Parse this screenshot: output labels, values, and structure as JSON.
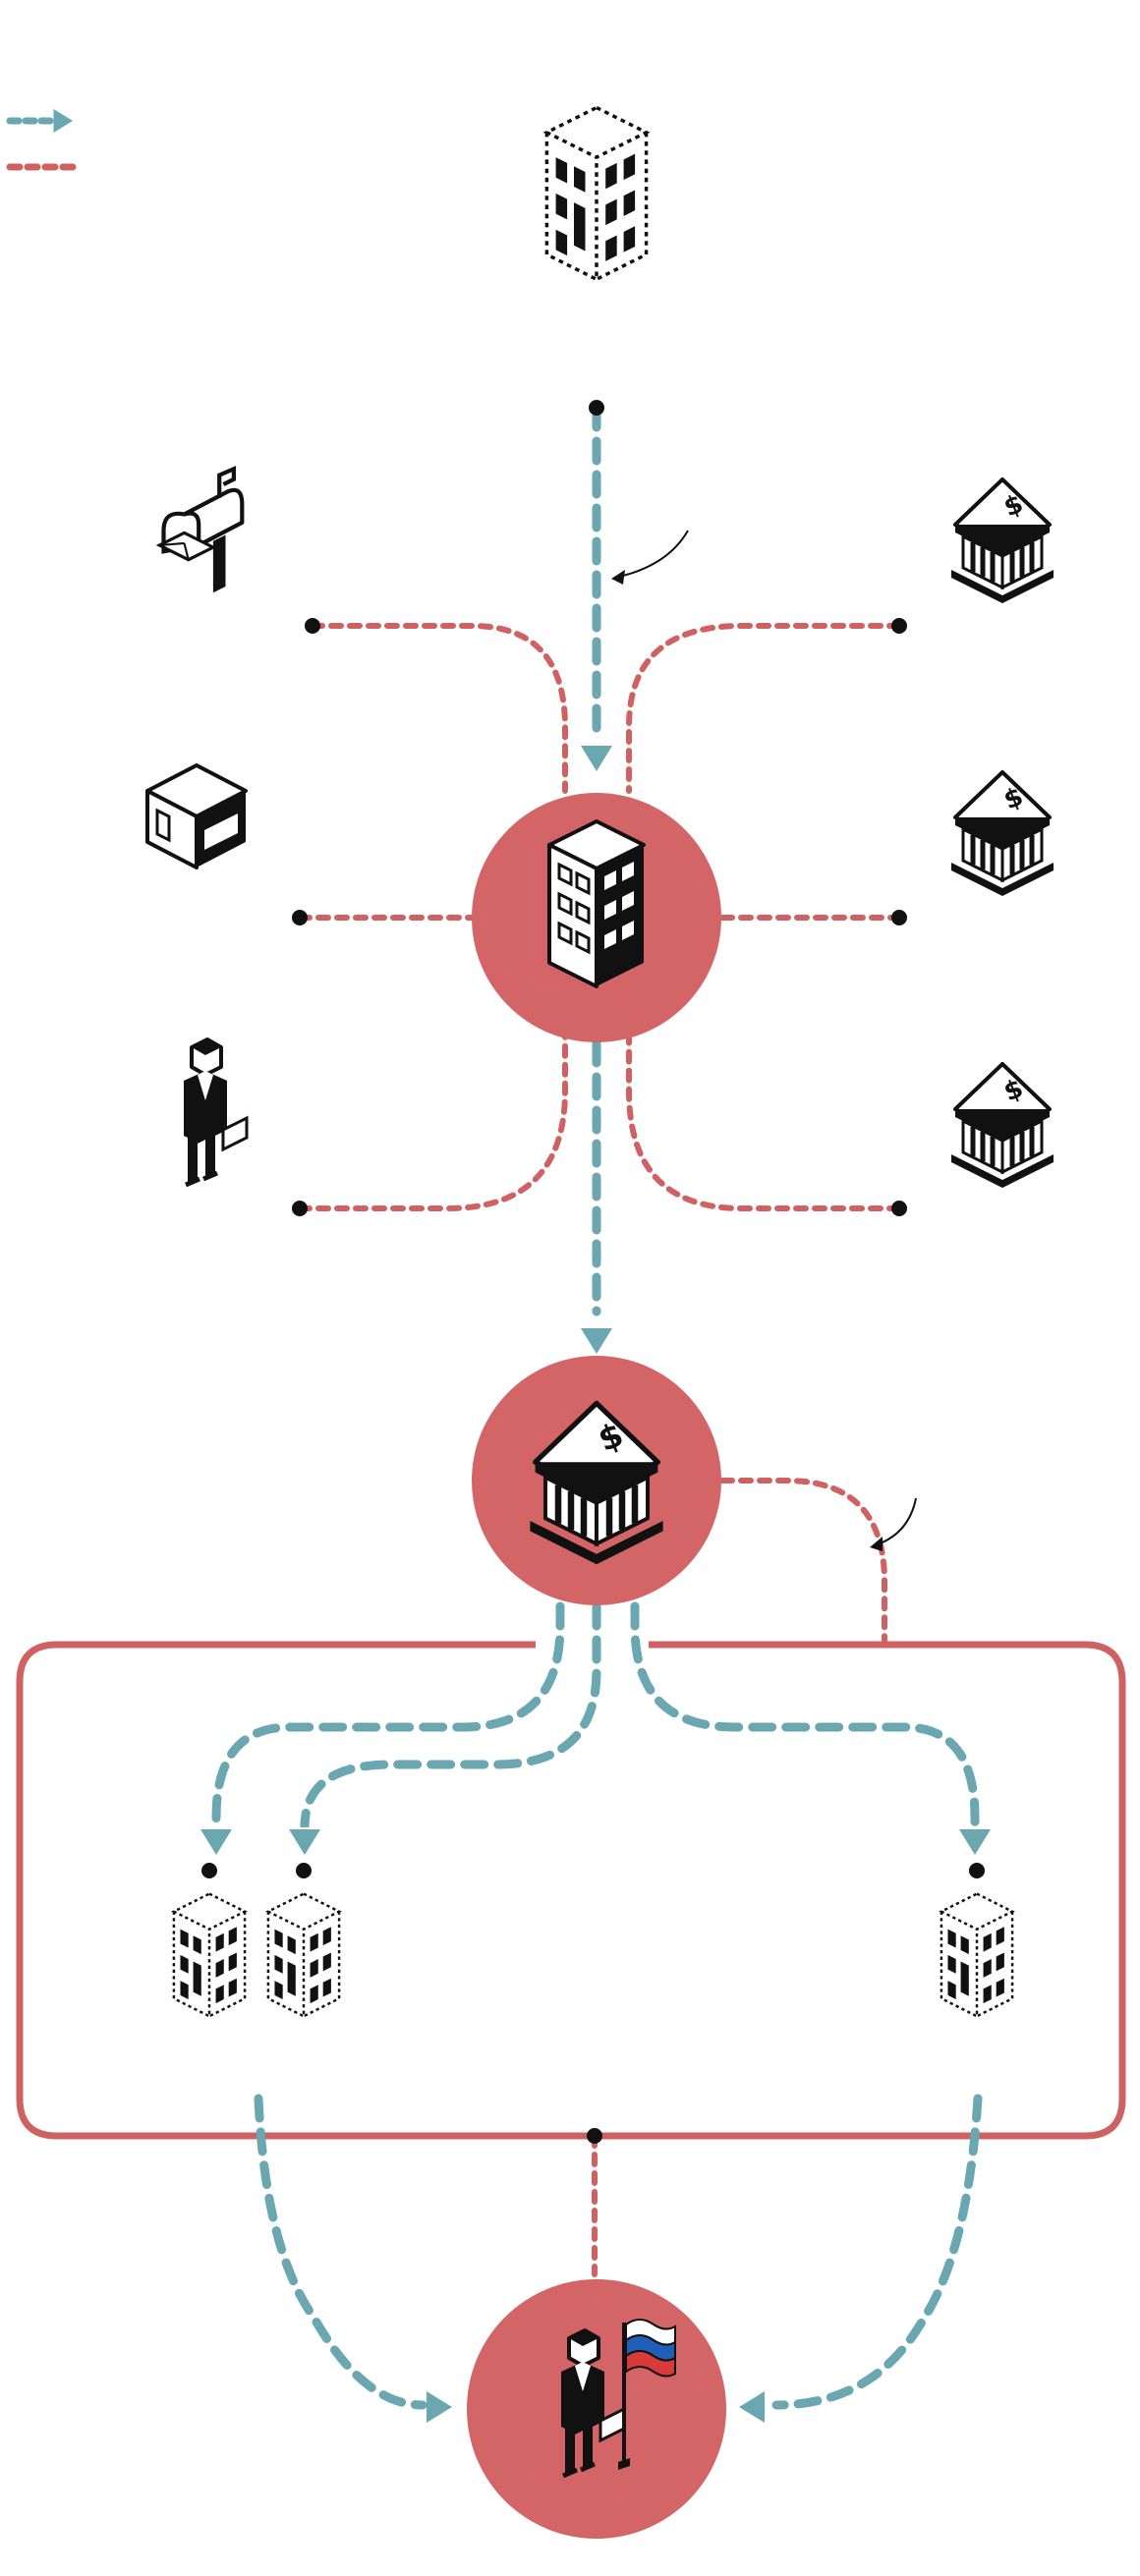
{
  "colors": {
    "money_flow": "#6aa7b0",
    "ownership": "#d06163",
    "node_fill": "#d46566",
    "ink": "#111111",
    "background": "#ffffff"
  },
  "legend": [
    {
      "key": "money-flow",
      "style": "dashed-arrow",
      "color": "#6aa7b0",
      "label": ""
    },
    {
      "key": "ownership",
      "style": "dashed-line",
      "color": "#d06163",
      "label": ""
    }
  ],
  "icons": {
    "source": "dotted-office-tower-icon",
    "hub": "office-building-icon",
    "bank_hub": "bank-icon",
    "destination": "businessman-with-flag-icon",
    "left_owners": [
      "mailbox-icon",
      "shop-building-icon",
      "businessman-icon"
    ],
    "right_owners": [
      "bank-icon",
      "bank-icon",
      "bank-icon"
    ],
    "offshore": [
      "dotted-office-tower-icon",
      "dotted-office-tower-icon",
      "dotted-office-tower-icon"
    ]
  }
}
